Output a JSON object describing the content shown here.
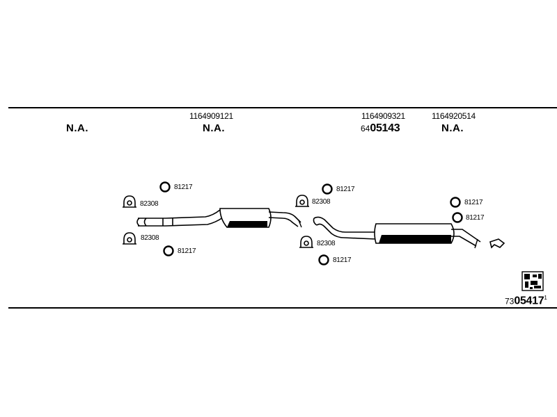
{
  "header": {
    "columns": [
      {
        "part_number": "",
        "status": "N.A."
      },
      {
        "part_number": "1164909121",
        "status": "N.A."
      },
      {
        "part_number": "1164909321",
        "code_prefix": "64",
        "code_main": "05143"
      },
      {
        "part_number": "1164920514",
        "status": "N.A."
      }
    ]
  },
  "labels": {
    "clamp": "82308",
    "ring": "81217"
  },
  "footer": {
    "code_prefix": "73",
    "code_main": "05417",
    "code_suffix": "1"
  },
  "icons": {
    "catalog": "catalog-grid-icon",
    "clamp": "u-bolt-clamp-icon",
    "ring": "gasket-ring-icon"
  }
}
